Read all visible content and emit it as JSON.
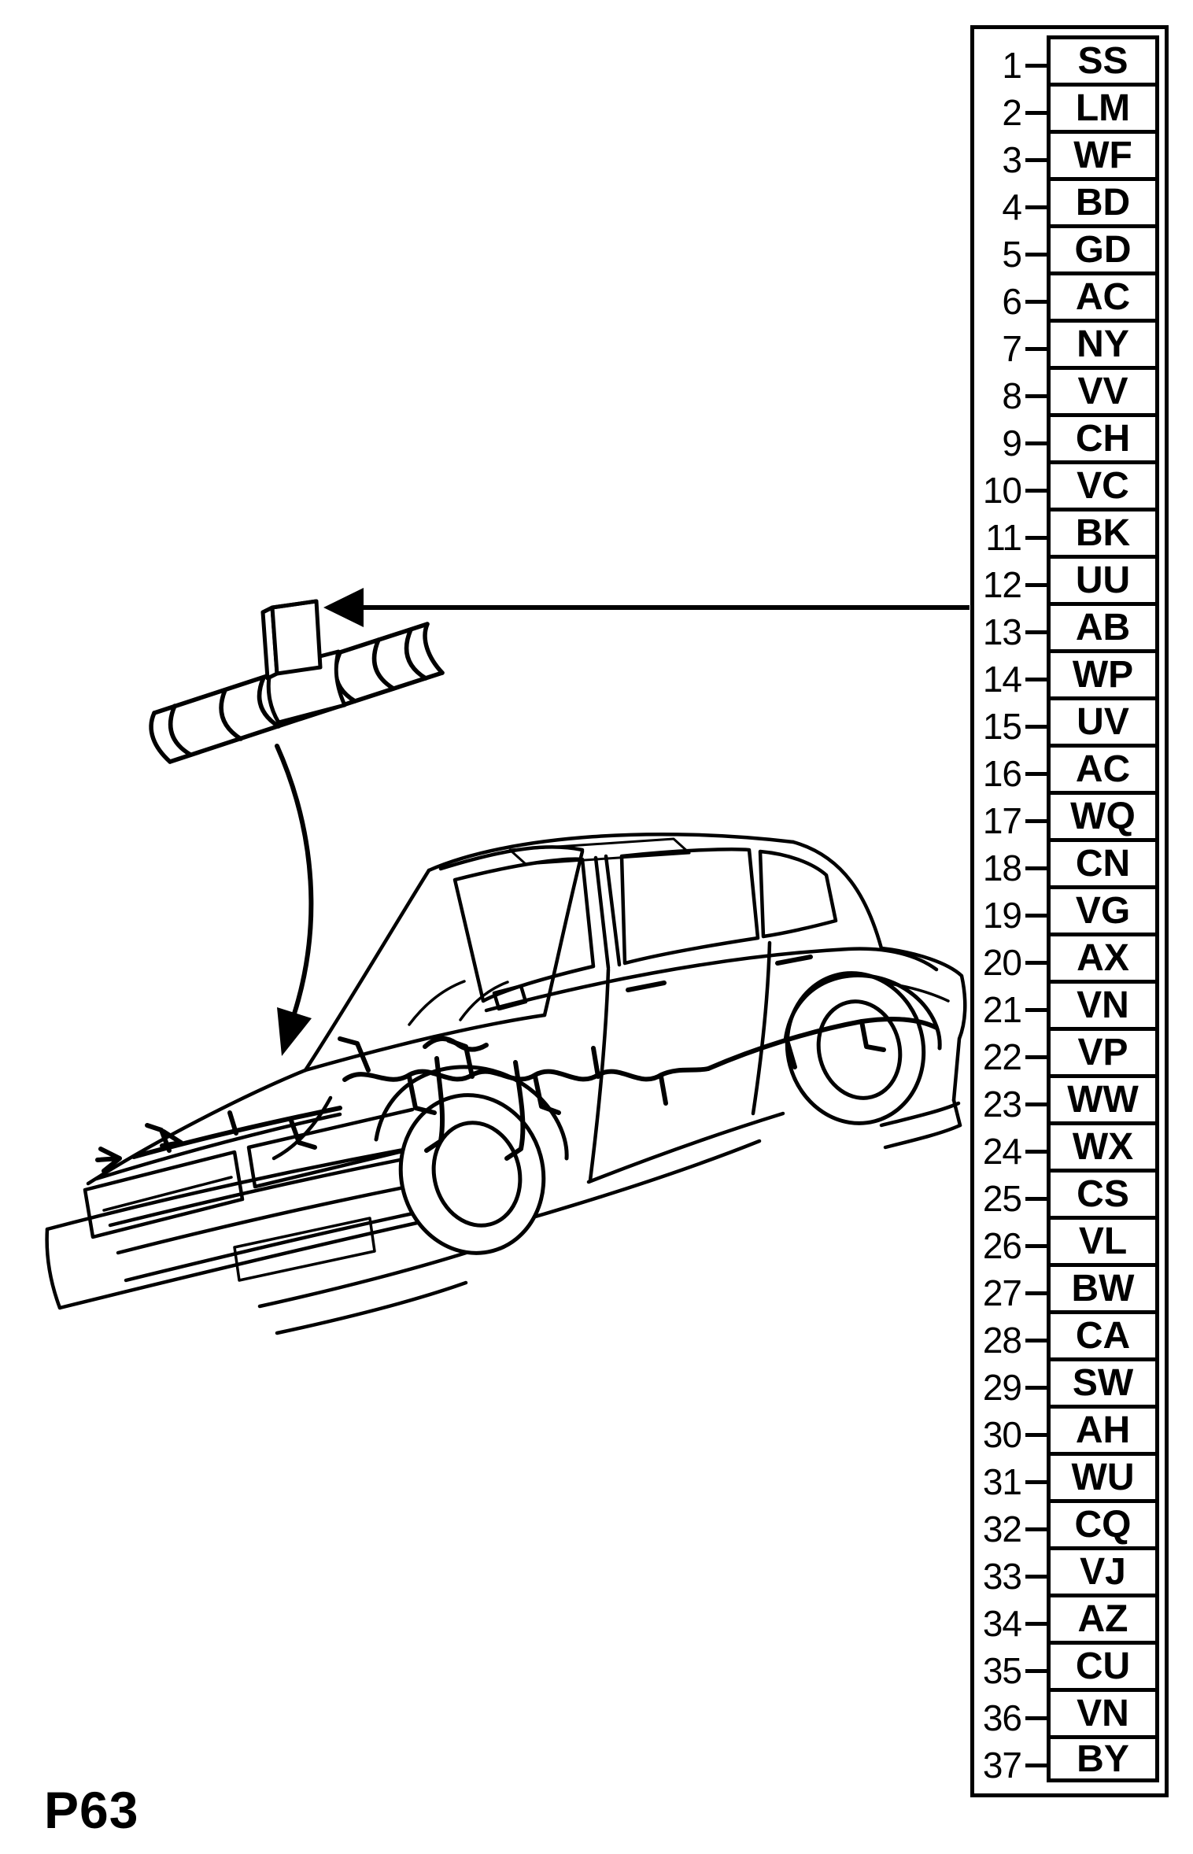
{
  "page": {
    "code": "P63"
  },
  "colors": {
    "ink": "#000000",
    "paper": "#ffffff"
  },
  "figure": {
    "icons": [
      "left-arrow-icon",
      "curved-arrow-icon"
    ],
    "subjects": [
      "harness-loom-with-clip",
      "sedan-with-wiring-harness"
    ]
  },
  "legend": {
    "rows": [
      {
        "num": "1",
        "code": "SS"
      },
      {
        "num": "2",
        "code": "LM"
      },
      {
        "num": "3",
        "code": "WF"
      },
      {
        "num": "4",
        "code": "BD"
      },
      {
        "num": "5",
        "code": "GD"
      },
      {
        "num": "6",
        "code": "AC"
      },
      {
        "num": "7",
        "code": "NY"
      },
      {
        "num": "8",
        "code": "VV"
      },
      {
        "num": "9",
        "code": "CH"
      },
      {
        "num": "10",
        "code": "VC"
      },
      {
        "num": "11",
        "code": "BK"
      },
      {
        "num": "12",
        "code": "UU"
      },
      {
        "num": "13",
        "code": "AB"
      },
      {
        "num": "14",
        "code": "WP"
      },
      {
        "num": "15",
        "code": "UV"
      },
      {
        "num": "16",
        "code": "AC"
      },
      {
        "num": "17",
        "code": "WQ"
      },
      {
        "num": "18",
        "code": "CN"
      },
      {
        "num": "19",
        "code": "VG"
      },
      {
        "num": "20",
        "code": "AX"
      },
      {
        "num": "21",
        "code": "VN"
      },
      {
        "num": "22",
        "code": "VP"
      },
      {
        "num": "23",
        "code": "WW"
      },
      {
        "num": "24",
        "code": "WX"
      },
      {
        "num": "25",
        "code": "CS"
      },
      {
        "num": "26",
        "code": "VL"
      },
      {
        "num": "27",
        "code": "BW"
      },
      {
        "num": "28",
        "code": "CA"
      },
      {
        "num": "29",
        "code": "SW"
      },
      {
        "num": "30",
        "code": "AH"
      },
      {
        "num": "31",
        "code": "WU"
      },
      {
        "num": "32",
        "code": "CQ"
      },
      {
        "num": "33",
        "code": "VJ"
      },
      {
        "num": "34",
        "code": "AZ"
      },
      {
        "num": "35",
        "code": "CU"
      },
      {
        "num": "36",
        "code": "VN"
      },
      {
        "num": "37",
        "code": "BY"
      }
    ]
  }
}
